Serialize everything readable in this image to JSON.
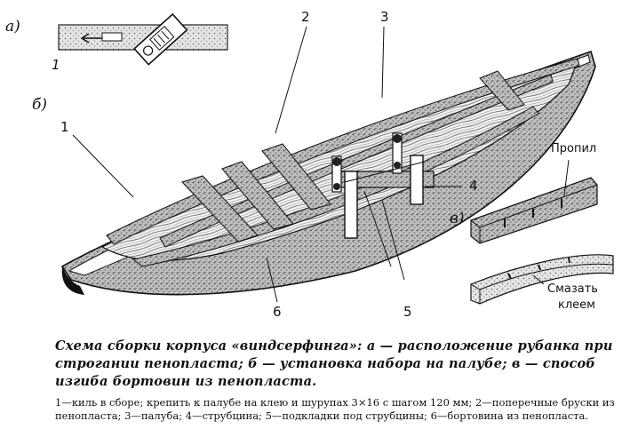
{
  "panels": {
    "a": "а)",
    "b": "б)",
    "v": "в)"
  },
  "labels": {
    "l1a": "1",
    "l1": "1",
    "l2": "2",
    "l3": "3",
    "l4": "4",
    "l5": "5",
    "l6": "6",
    "propil": "Пропил",
    "smazat_1": "Смазать",
    "smazat_2": "клеем"
  },
  "caption": {
    "title": "Схема сборки корпуса «виндсерфинга»: а — расположение рубанка при строгании пенопласта; б — установка набора на палубе; в — способ изгиба бортовин из пенопласта.",
    "notes": "1—киль в сборе; крепить к палубе на клею и шурупах 3×16 с шагом 120 мм; 2—поперечные бруски из пенопласта; 3—палуба; 4—струбцина; 5—подкладки под струбцины; 6—бортовина из пенопласта."
  }
}
